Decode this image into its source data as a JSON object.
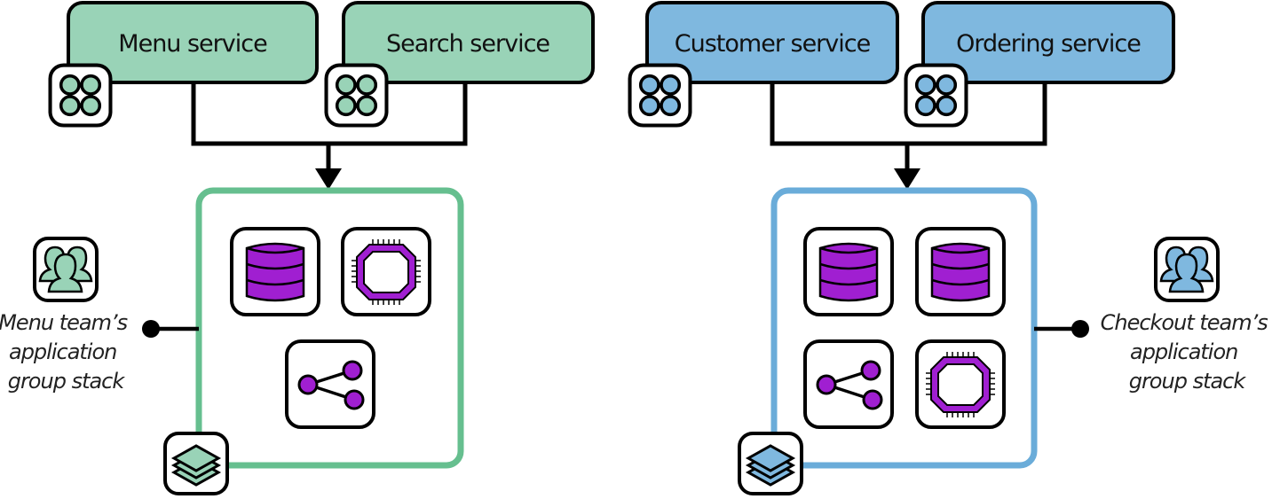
{
  "colors": {
    "green_fill": "#99d3b7",
    "green_border": "#66bf8f",
    "blue_fill": "#7fb8df",
    "blue_border": "#6aacd9",
    "resource_purple": "#a01fd1",
    "line": "#000000"
  },
  "groups": [
    {
      "services": [
        {
          "label": "Menu service",
          "icon": "app-grid-icon"
        },
        {
          "label": "Search service",
          "icon": "app-grid-icon"
        }
      ],
      "stack_resources": [
        "database-icon",
        "chip-icon",
        "share-network-icon"
      ],
      "stack_icon": "layers-icon",
      "team_icon": "team-icon",
      "team_label": [
        "Menu team’s",
        "application",
        "group stack"
      ]
    },
    {
      "services": [
        {
          "label": "Customer service",
          "icon": "app-grid-icon"
        },
        {
          "label": "Ordering service",
          "icon": "app-grid-icon"
        }
      ],
      "stack_resources": [
        "database-icon",
        "database-icon",
        "share-network-icon",
        "chip-icon"
      ],
      "stack_icon": "layers-icon",
      "team_icon": "team-icon",
      "team_label": [
        "Checkout team’s",
        "application",
        "group stack"
      ]
    }
  ]
}
